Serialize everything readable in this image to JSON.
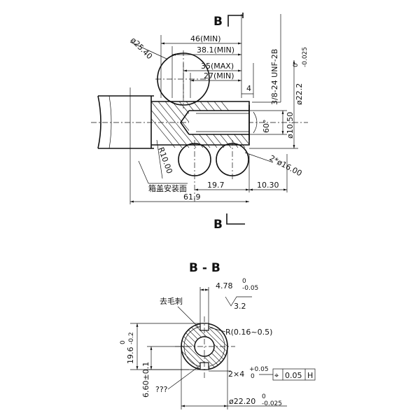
{
  "top_view": {
    "section_marker_top": "B",
    "section_marker_bottom": "B",
    "dims": {
      "d_46_min": "46(MIN)",
      "d_38_min": "38.1(MIN)",
      "d_35_max": "35(MAX)",
      "d_27_min": "27(MIN)",
      "d_4": "4",
      "thread": "3/8-24  UNF-2B",
      "dia_22": "ø22.2",
      "dia_22_tol_upper": "0",
      "dia_22_tol_lower": "-0.025",
      "dia_25": "ø25.40",
      "angle_60": "60°",
      "dia_10": "ø10.50",
      "radius_10": "R10.00",
      "holes": "2*ø16.00",
      "d_19": "19.7",
      "d_10_30": "10.30",
      "d_61_9": "61.9"
    },
    "note_mount": "箱盖安装面"
  },
  "section_view": {
    "title": "B  -  B",
    "dims": {
      "keyway_width": "4.78",
      "keyway_tol_upper": "0",
      "keyway_tol_lower": "-0.05",
      "roughness": "3.2",
      "deburr": "去毛刺",
      "radius": "R(0.16~0.5)",
      "height": "19.6",
      "height_tol_upper": "0",
      "height_tol_lower": "-0.2",
      "key_depth": "2×4",
      "key_depth_tol_upper": "+0.05",
      "key_depth_tol_lower": "0",
      "tol_symbol": "⌖",
      "tol_value": "0.05",
      "datum": "H",
      "offset": "6.60±0.1",
      "unknown": "???",
      "diameter": "ø22.20",
      "diameter_tol_upper": "0",
      "diameter_tol_lower": "-0.025"
    }
  }
}
